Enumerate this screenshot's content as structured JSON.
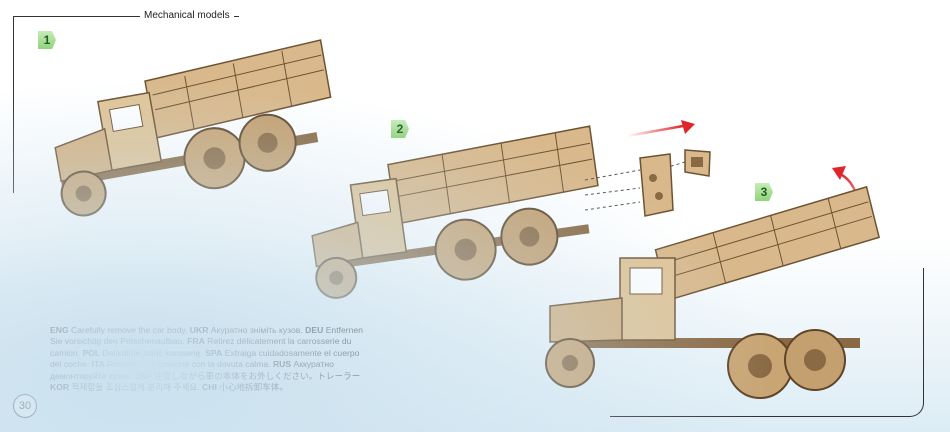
{
  "header": {
    "section_title": "Mechanical models"
  },
  "steps": {
    "s1": "1",
    "s2": "2",
    "s3": "3"
  },
  "instructions": [
    {
      "lang": "ENG",
      "text": " Carefully remove the car body. "
    },
    {
      "lang": "UKR",
      "text": " Акуратно зніміть кузов. "
    },
    {
      "lang": "DEU",
      "text": " Entfernen Sie vorsichtig den Pritschenaufbau. "
    },
    {
      "lang": "FRA",
      "text": " Retirez délicatement la carrosserie du camion. "
    },
    {
      "lang": "POL",
      "text": " Delikatnie zdjąć karoserię. "
    },
    {
      "lang": "SPA",
      "text": " Extraiga cuidadosamente el cuerpo del coche. "
    },
    {
      "lang": "ITA",
      "text": " Rimuovere il cassone con la dovuta calma. "
    },
    {
      "lang": "RUS",
      "text": " Аккуратно демонтируйте кузов. "
    },
    {
      "lang": "JAP",
      "text": " 注意しながら車の本体をお外しください。トレーラー "
    },
    {
      "lang": "KOR",
      "text": " 적재함을 조심스럽게 분리해 주세요. "
    },
    {
      "lang": "CHI",
      "text": " 小心地拆卸车体。"
    }
  ],
  "footer": {
    "page_number": "30"
  },
  "colors": {
    "accent_red": "#e0262b",
    "step_green": "#8fd37a",
    "wood": "#d9b98c",
    "wood_dark": "#8a6a44"
  }
}
